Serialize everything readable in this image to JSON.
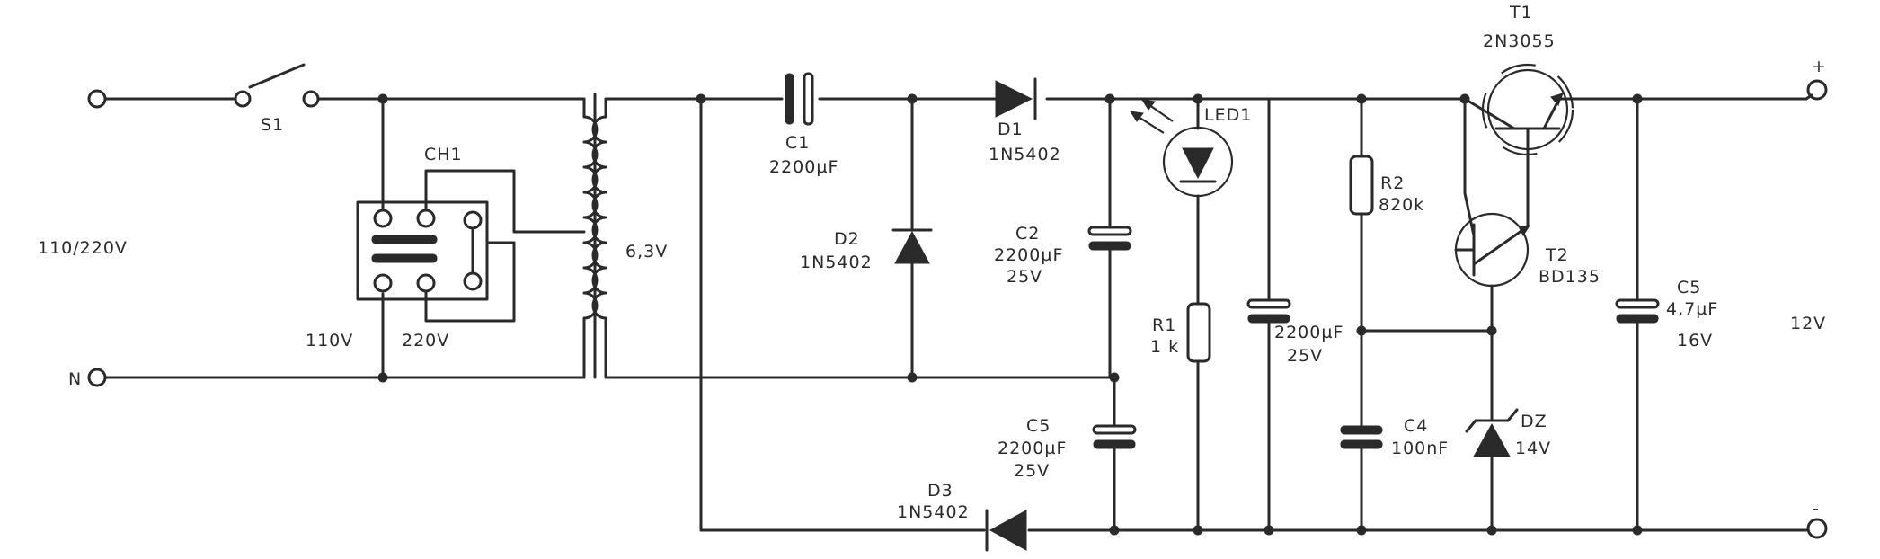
{
  "labels": {
    "s1": "S1",
    "ch1": "CH1",
    "input_voltage": "110/220V",
    "neutral": "N",
    "tap_110": "110V",
    "tap_220": "220V",
    "secondary": "6,3V",
    "c1_name": "C1",
    "c1_value": "2200µF",
    "d1_name": "D1",
    "d1_part": "1N5402",
    "d2_name": "D2",
    "d2_part": "1N5402",
    "c2_name": "C2",
    "c2_value": "2200µF",
    "c2_voltage": "25V",
    "c5b_name": "C5",
    "c5b_value": "2200µF",
    "c5b_voltage": "25V",
    "d3_name": "D3",
    "d3_part": "1N5402",
    "led_name": "LED1",
    "r1_name": "R1",
    "r1_value": "1 k",
    "c3_value": "2200µF",
    "c3_voltage": "25V",
    "r2_name": "R2",
    "r2_value": "820k",
    "c4_name": "C4",
    "c4_value": "100nF",
    "t1_name": "T1",
    "t1_part": "2N3055",
    "t2_name": "T2",
    "t2_part": "BD135",
    "dz_name": "DZ",
    "dz_value": "14V",
    "c5_name": "C5",
    "c5_value": "4,7µF",
    "c5_voltage": "16V",
    "out_voltage": "12V",
    "plus": "+",
    "minus": "-"
  }
}
